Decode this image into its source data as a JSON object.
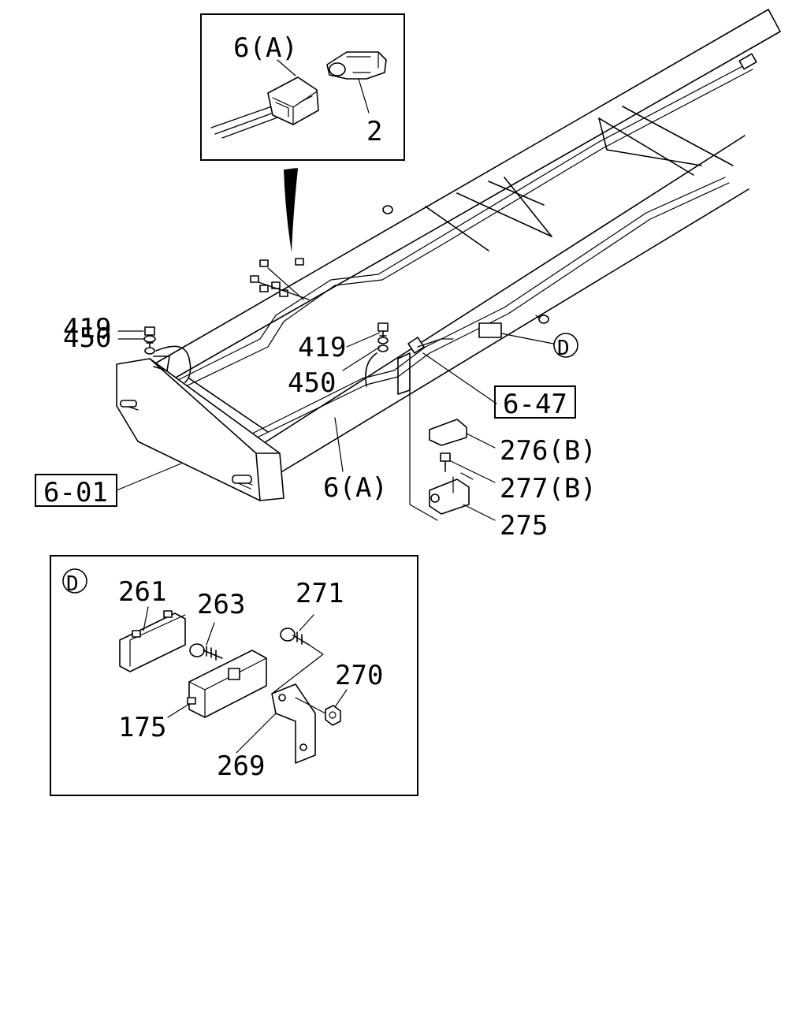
{
  "labels": {
    "inset_top": {
      "part_a": "6(A)",
      "part_2": "2"
    },
    "main": {
      "bolt_left": "419",
      "washer_left": "450",
      "bolt_right": "419",
      "washer_right": "450",
      "ref_6_47": "6-47",
      "ref_6_01": "6-01",
      "harness": "6(A)",
      "cover": "276(B)",
      "screw": "277(B)",
      "switch": "275",
      "detail_callout": "D"
    },
    "inset_d": {
      "tag": "D",
      "lens": "261",
      "screw_263": "263",
      "bolt_271": "271",
      "nut_270": "270",
      "lamp_175": "175",
      "bracket_269": "269"
    }
  }
}
